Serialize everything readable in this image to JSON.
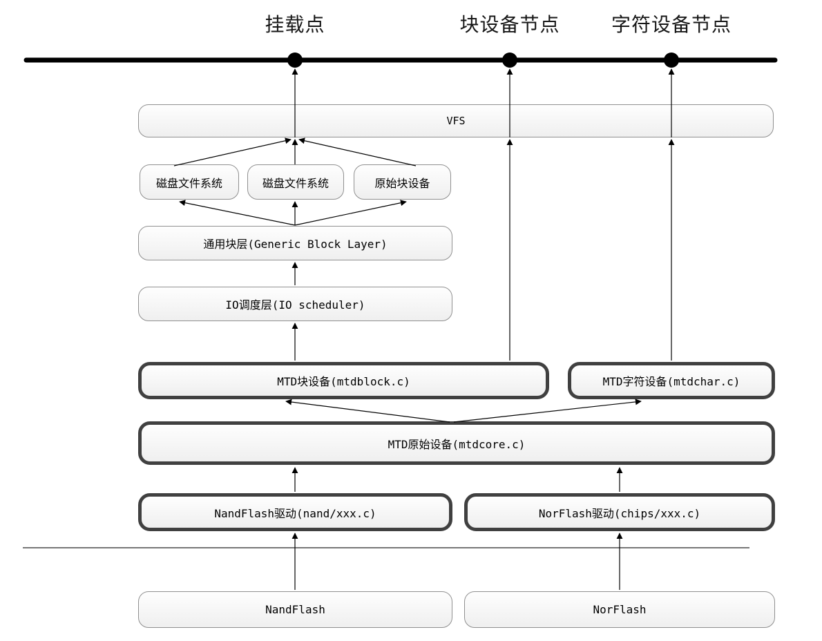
{
  "top_labels": {
    "mount_point": "挂载点",
    "block_device_node": "块设备节点",
    "char_device_node": "字符设备节点"
  },
  "boxes": {
    "vfs": "VFS",
    "disk_fs_1": "磁盘文件系统",
    "disk_fs_2": "磁盘文件系统",
    "raw_block_device": "原始块设备",
    "generic_block_layer": "通用块层(Generic Block Layer)",
    "io_scheduler": "IO调度层(IO scheduler)",
    "mtd_block_device": "MTD块设备(mtdblock.c)",
    "mtd_char_device": "MTD字符设备(mtdchar.c)",
    "mtd_raw_device": "MTD原始设备(mtdcore.c)",
    "nand_flash_driver": "NandFlash驱动(nand/xxx.c)",
    "nor_flash_driver": "NorFlash驱动(chips/xxx.c)",
    "nand_flash": "NandFlash",
    "nor_flash": "NorFlash"
  },
  "colors": {
    "bus_line": "#000000",
    "connector": "#000000",
    "thick_box_border": "#404040",
    "thin_box_border": "#8f8f8f",
    "separator_line": "#777777"
  }
}
